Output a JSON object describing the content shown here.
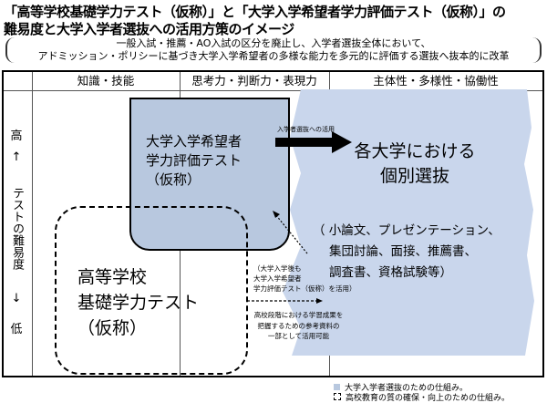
{
  "title": {
    "line1": "「高等学校基礎学力テスト（仮称）」と「大学入学希望者学力評価テスト（仮称）」の",
    "line2": "難易度と大学入学者選抜への活用方策のイメージ"
  },
  "reform": {
    "line1": "一般入試・推薦・AO入試の区分を廃止し、入学者選抜全体において、",
    "line2": "アドミッション・ポリシーに基づき大学入学希望者の多様な能力を多元的に評価する選抜へ抜本的に改革"
  },
  "columns": [
    "知識・技能",
    "思考力・判断力・表現力",
    "主体性・多様性・協働性"
  ],
  "axis": {
    "high": "高",
    "up": "↑",
    "label": "テストの難易度",
    "down": "↓",
    "low": "低"
  },
  "univ_test": {
    "line1": "大学入学希望者",
    "line2": "学力評価テスト",
    "line3": "（仮称）"
  },
  "hs_test": {
    "line1": "高等学校",
    "line2": "基礎学力テスト",
    "line3": "（仮称）"
  },
  "arrow_label": "入学者選抜への活用",
  "selection": {
    "line1": "各大学における",
    "line2": "個別選抜"
  },
  "methods": {
    "line1": "（ 小論文、プレゼンテーション、",
    "line2": "集団討論、面接、推薦書、",
    "line3": "調査書、資格試験等）"
  },
  "note1": {
    "line1": "（大学入学後も",
    "line2": "大学入学希望者",
    "line3": "学力評価テスト（仮称）を活用）"
  },
  "note2": {
    "line1": "高校段階における学習成果を",
    "line2": "把握するための参考資料の",
    "line3": "一部として活用可能"
  },
  "legend": {
    "blue": "大学入学者選抜のための仕組み。",
    "dashed": "高校教育の質の確保・向上のための仕組み。"
  },
  "colors": {
    "blue_box": "#b8c8df",
    "blue_area": "#c9d6ec"
  }
}
